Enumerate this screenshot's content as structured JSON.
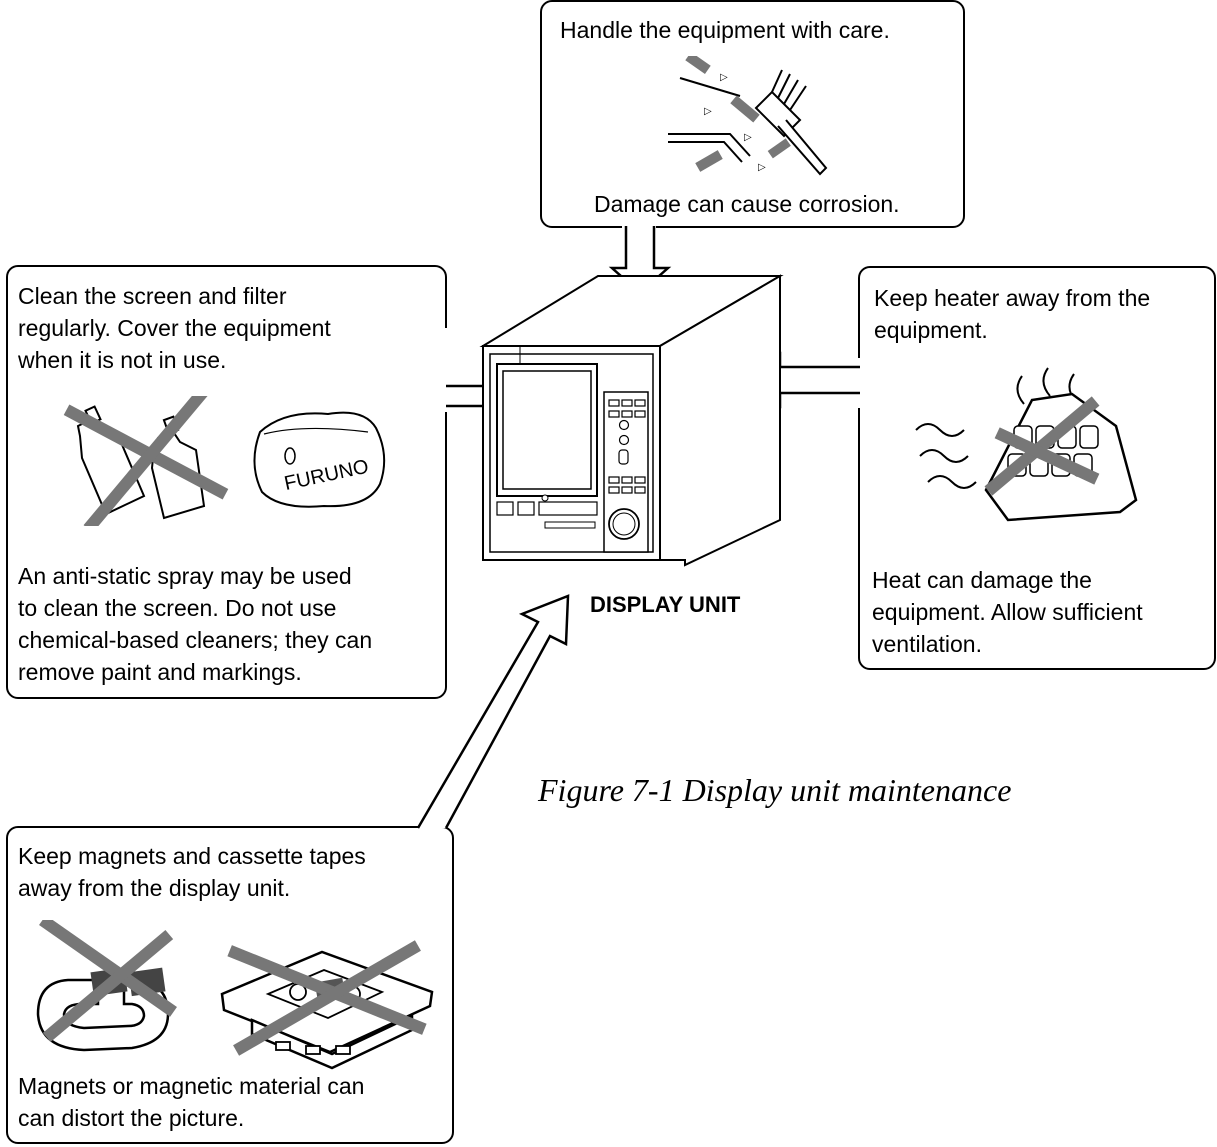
{
  "figure_caption": "Figure 7-1 Display unit maintenance",
  "display_unit_label": "DISPLAY UNIT",
  "callouts": {
    "top": {
      "heading": "Handle the equipment with care.",
      "note": "Damage can cause corrosion."
    },
    "left": {
      "heading": "Clean the screen and filter\nregularly. Cover the equipment\nwhen it is not in use.",
      "note": "An anti-static spray may be used\nto clean the screen. Do not use\nchemical-based cleaners; they can\nremove paint and markings.",
      "cover_brand": "FURUNO"
    },
    "right": {
      "heading": "Keep heater away from the\nequipment.",
      "note": "Heat can damage the\nequipment. Allow sufficient\nventilation."
    },
    "bottom": {
      "heading": "Keep magnets and cassette tapes\naway from the display unit.",
      "note": "Magnets or magnetic material can\ncan distort the picture."
    }
  },
  "icons": [
    "cleaning-brush-icon",
    "spray-bottles-icon",
    "equipment-cover-icon",
    "heater-icon",
    "magnet-icon",
    "cassette-tape-icon",
    "display-unit-illustration"
  ]
}
